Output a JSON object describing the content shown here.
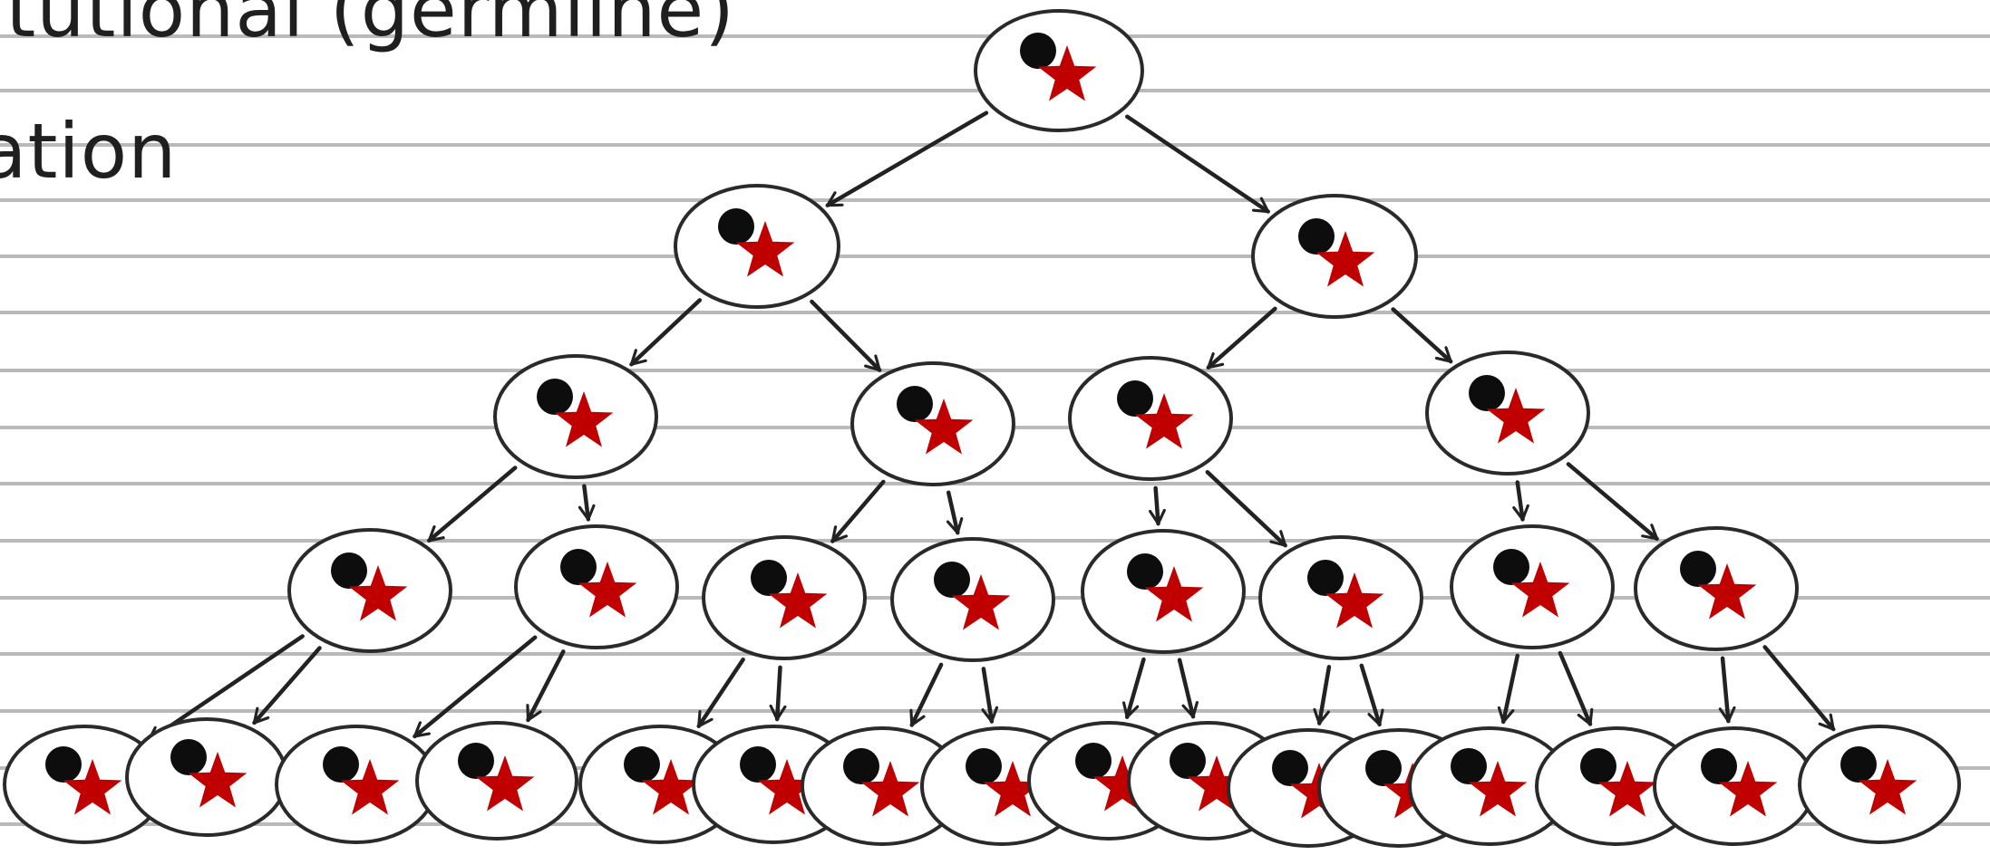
{
  "text": {
    "line1": "ıtutional (germline)",
    "line2": "ation"
  },
  "diagram": {
    "description_free": true,
    "generations": 5,
    "colors": {
      "paper": "#ffffff",
      "rule_line": "#b9b9b9",
      "cell_outline": "#2a2a2a",
      "dot": "#0d0d0d",
      "star": "#c00000",
      "arrow": "#222222",
      "text": "#1f1f1f"
    },
    "cell_contents": [
      "black-dot",
      "red-star"
    ]
  }
}
